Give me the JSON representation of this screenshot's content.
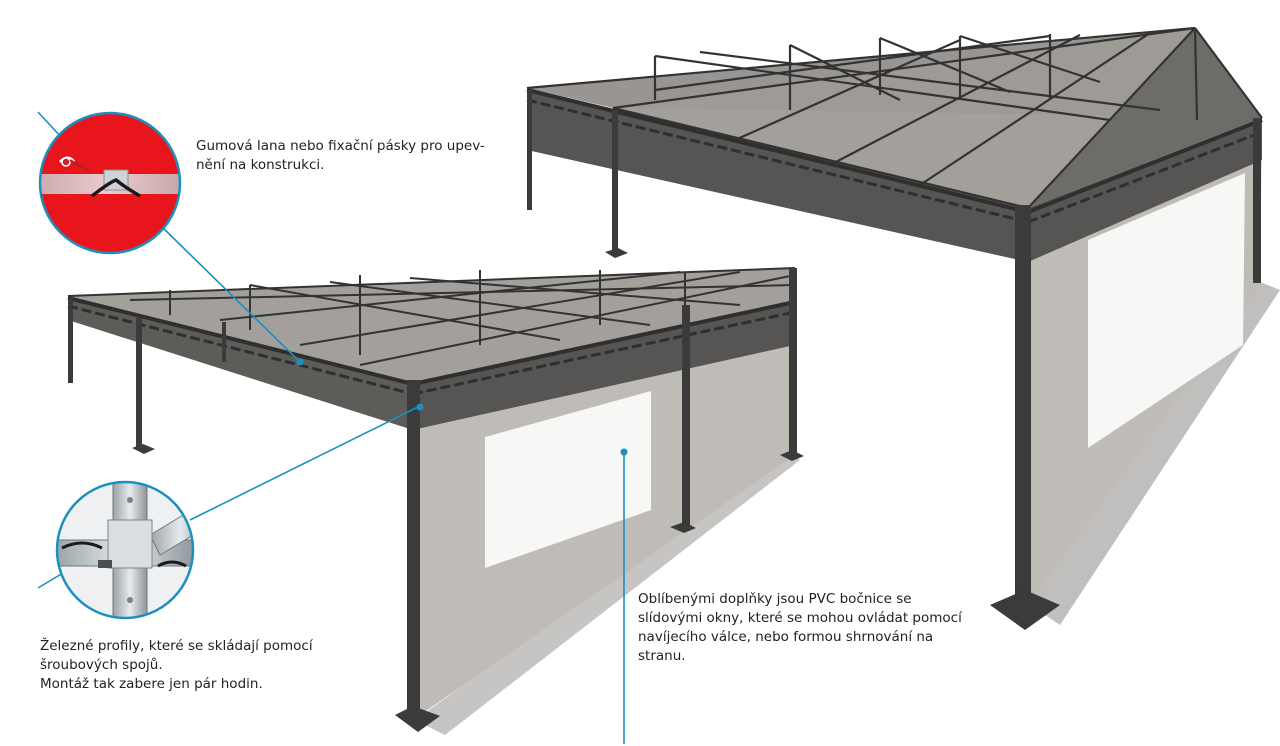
{
  "captions": {
    "rope": "Gumová lana nebo fixační pásky pro upev-\nnění na konstrukci.",
    "sidewall": "Oblíbenými doplňky jsou PVC bočnice se\nslídovými okny, které se mohou ovládat pomocí\nnavíjecího válce, nebo formou shrnování na\nstranu.",
    "profile": "Železné profily, které se skládají pomocí\nšroubových spojů.\nMontáž tak zabere jen pár hodin."
  },
  "colors": {
    "frame": "#3b3b3b",
    "roof": "#9e9b97",
    "wall": "#bfbcb7",
    "band": "#575553",
    "window": "#f7f7f6",
    "leader": "#1d8fbf",
    "callout_red": "#e8161c"
  },
  "icons": [
    "rope-detail-icon",
    "bolt-joint-detail-icon"
  ]
}
